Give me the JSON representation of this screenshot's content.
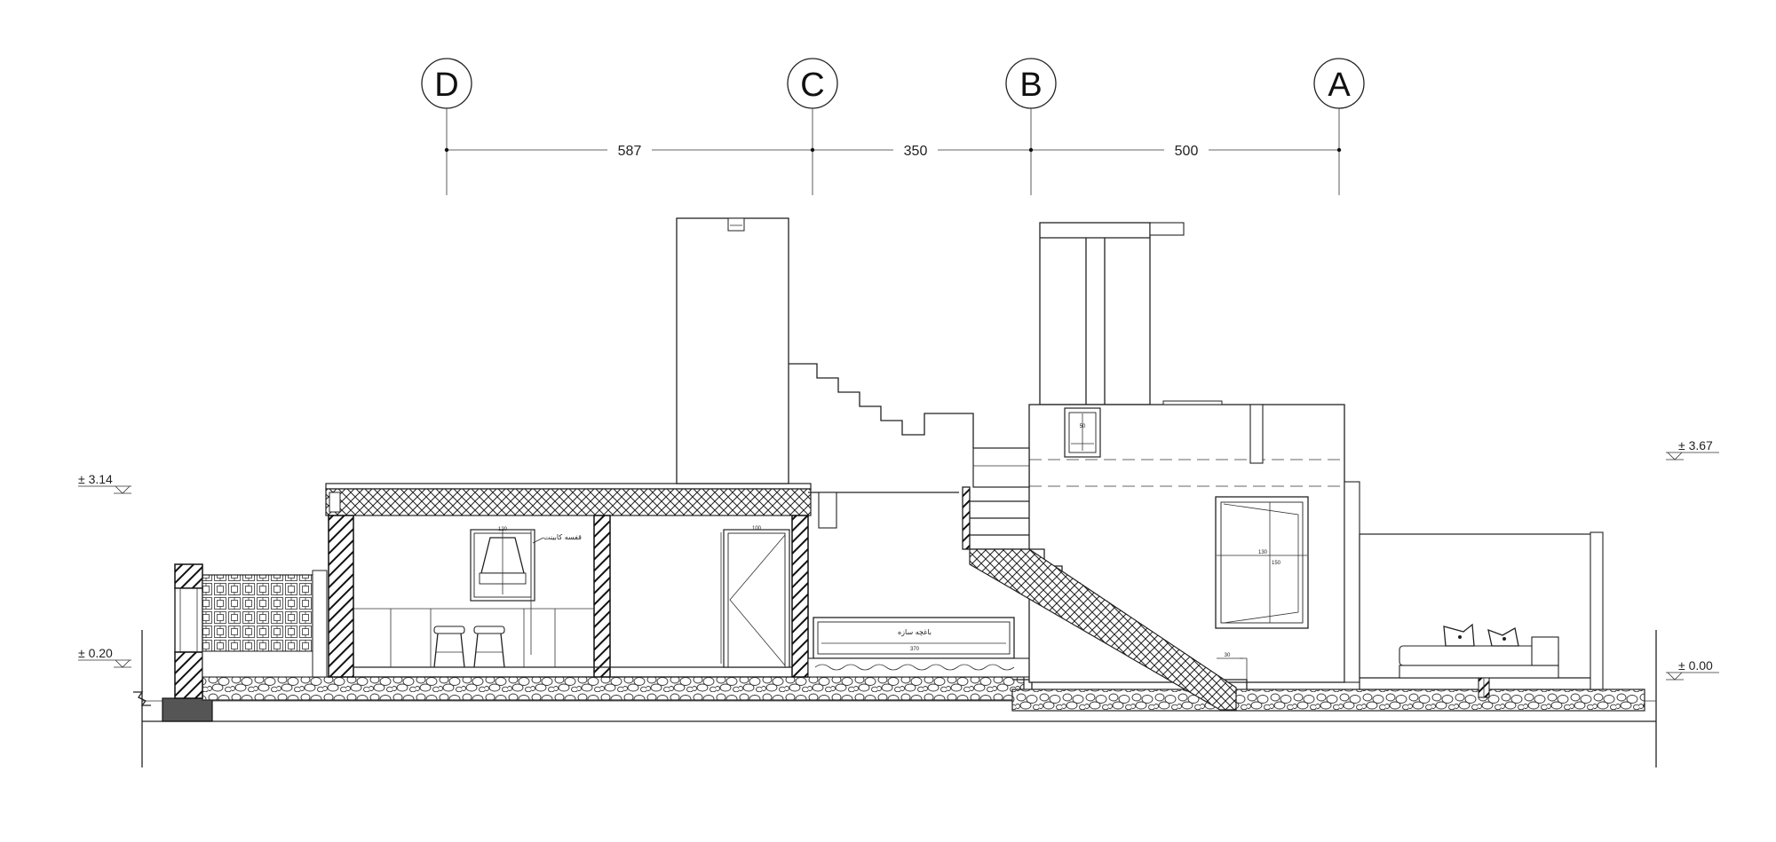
{
  "grid_axes": [
    {
      "id": "axis-d",
      "label": "D"
    },
    {
      "id": "axis-c",
      "label": "C"
    },
    {
      "id": "axis-b",
      "label": "B"
    },
    {
      "id": "axis-a",
      "label": "A"
    }
  ],
  "dimensions": [
    {
      "id": "dim-d-c",
      "value": "587"
    },
    {
      "id": "dim-c-b",
      "value": "350"
    },
    {
      "id": "dim-b-a",
      "value": "500"
    }
  ],
  "levels": {
    "left_top": "± 3.14",
    "left_bottom": "± 0.20",
    "right_top": "± 3.67",
    "right_bottom": "± 0.00"
  },
  "annotations": {
    "kitchen_cabinet": "قفسه کابینت",
    "planter": "باغچه سازه",
    "window_width": "120",
    "door_width": "100",
    "planter_width": "370",
    "upper_window": "50",
    "right_window_width": "130",
    "right_window_height": "150",
    "stair_step": "30"
  },
  "colors": {
    "line": "#222222",
    "hatch": "#111111",
    "footing": "#555555"
  }
}
